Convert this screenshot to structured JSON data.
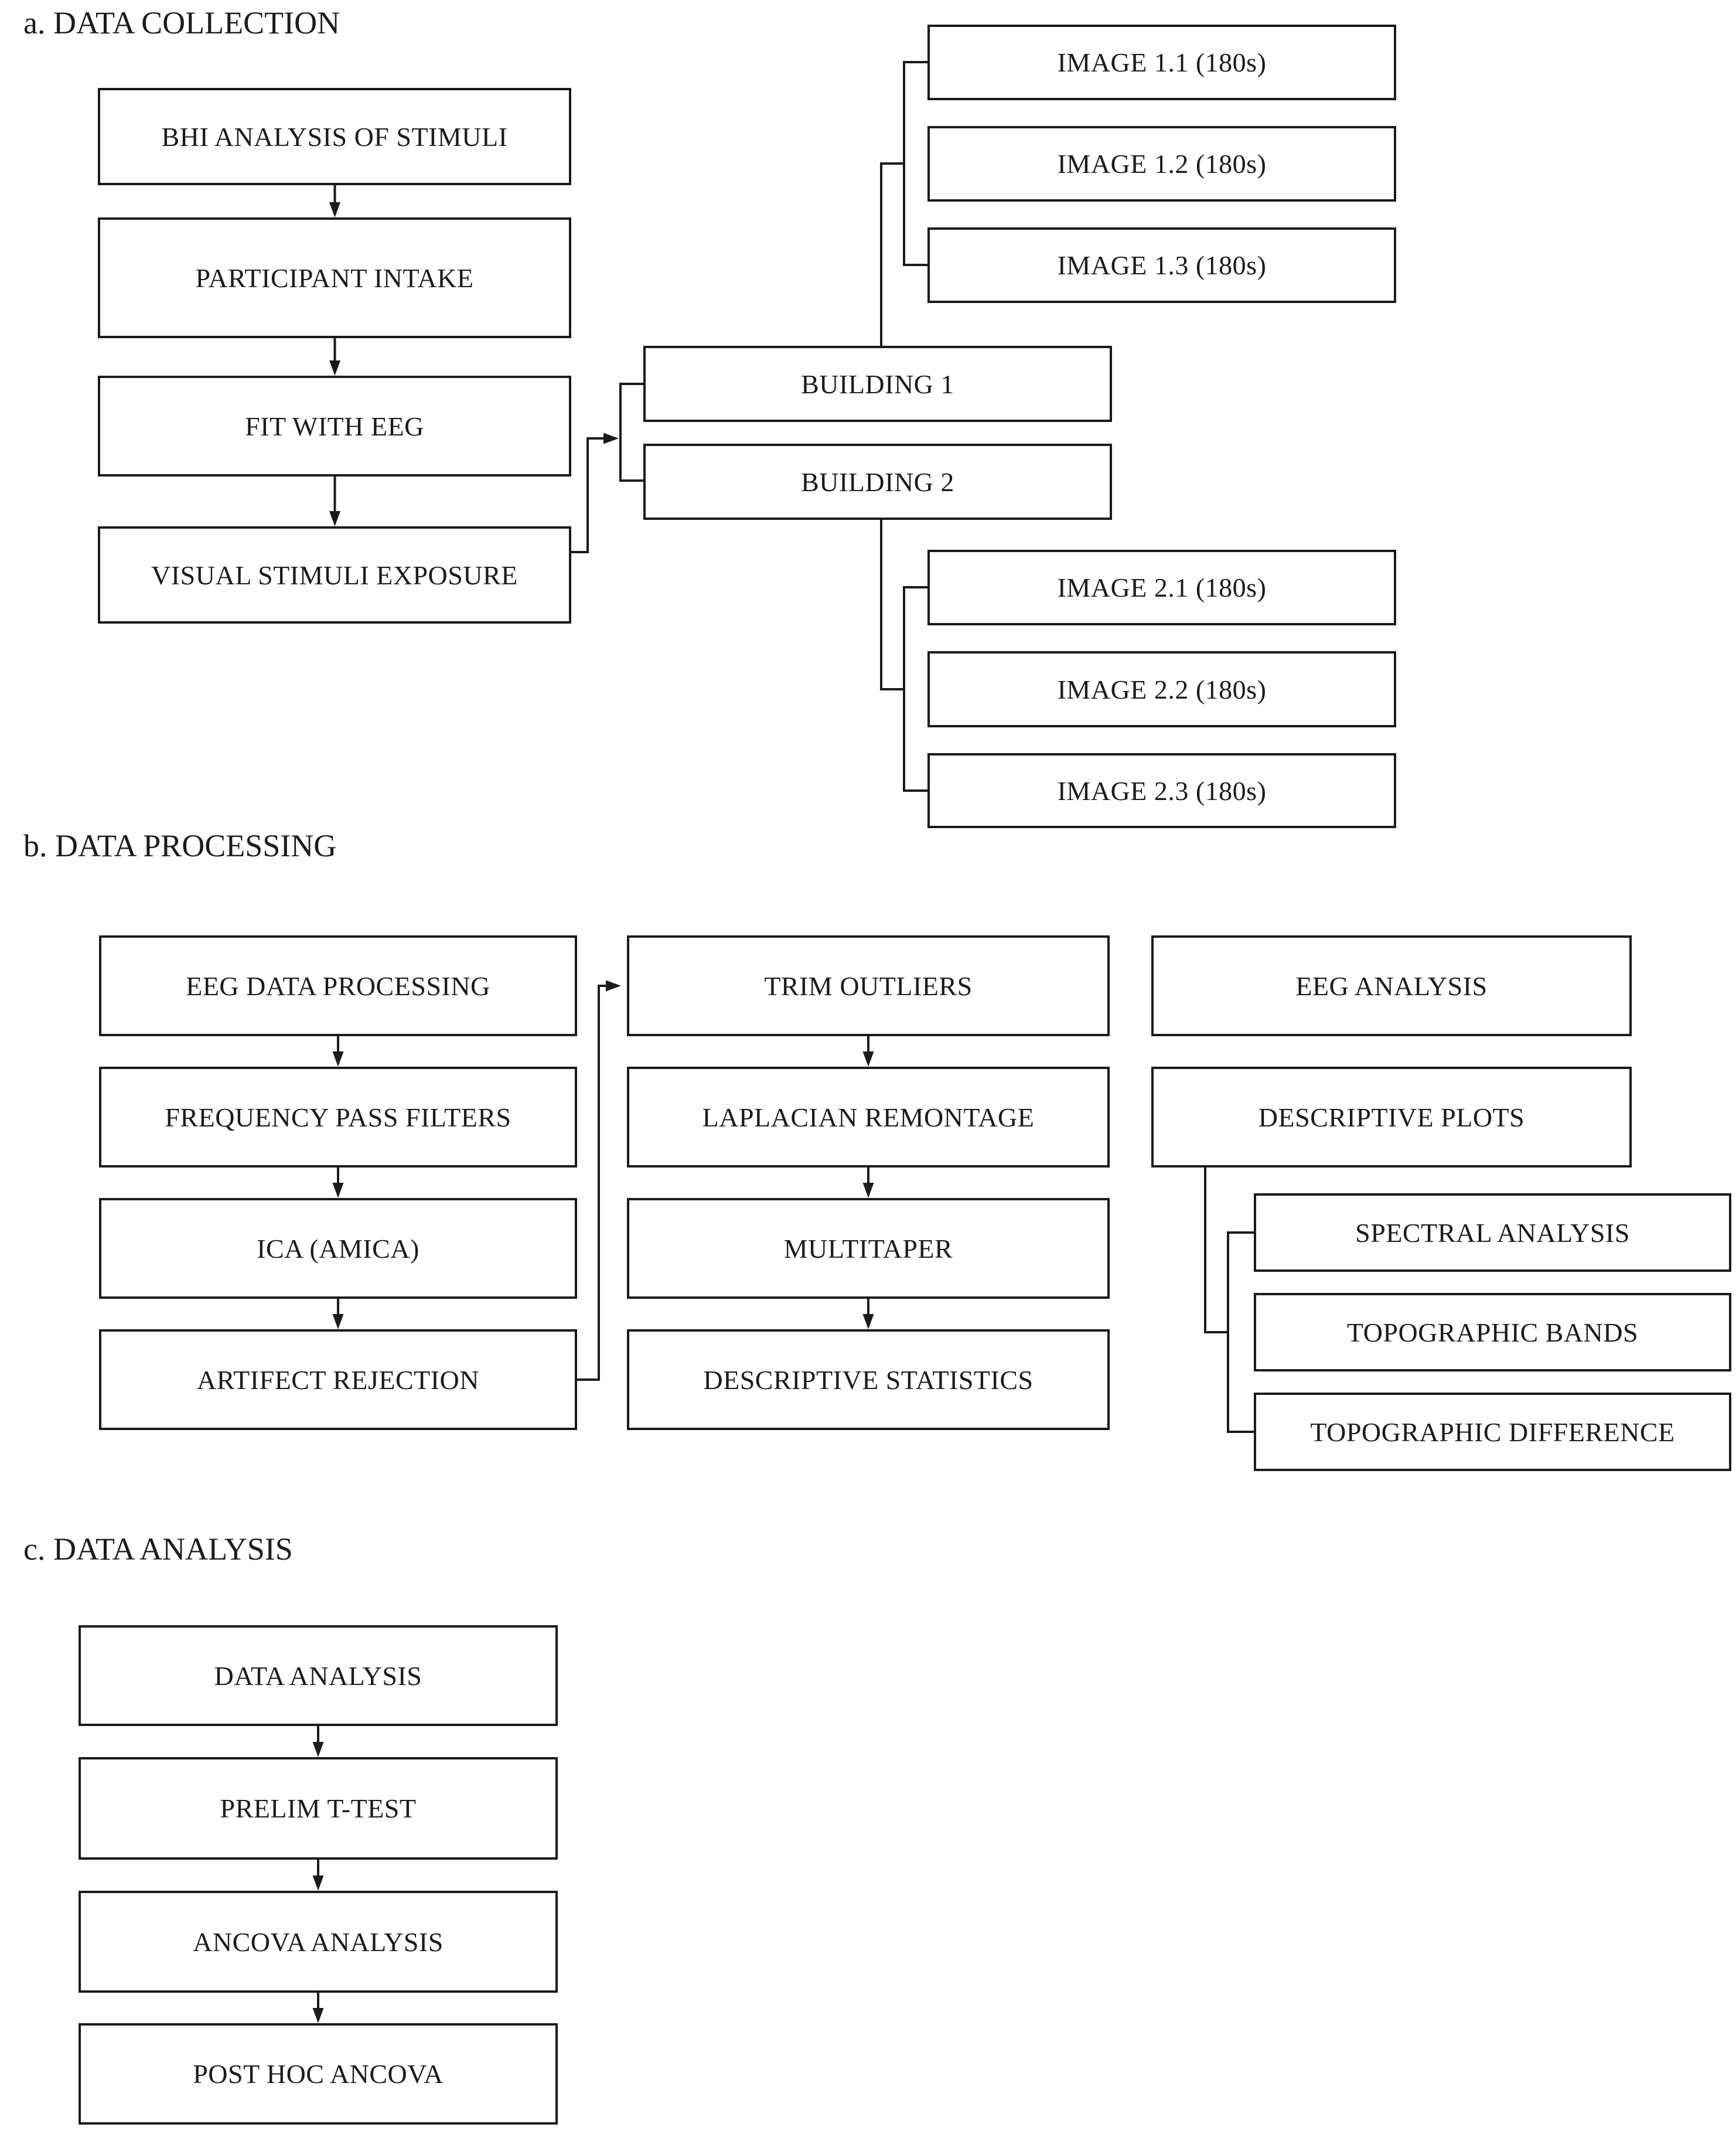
{
  "page": {
    "background": "#ffffff",
    "line_color": "#1b1b1b",
    "box_background": "#ffffff",
    "box_border_color": "#1b1b1b"
  },
  "sections": {
    "a": {
      "heading": "a. DATA COLLECTION",
      "boxes": {
        "bhi": "BHI ANALYSIS OF STIMULI",
        "intake": "PARTICIPANT INTAKE",
        "fit": "FIT WITH EEG",
        "vse": "VISUAL STIMULI EXPOSURE",
        "building1": "BUILDING 1",
        "building2": "BUILDING 2",
        "image11": "IMAGE 1.1 (180s)",
        "image12": "IMAGE 1.2 (180s)",
        "image13": "IMAGE 1.3 (180s)",
        "image21": "IMAGE 2.1 (180s)",
        "image22": "IMAGE 2.2 (180s)",
        "image23": "IMAGE 2.3 (180s)"
      }
    },
    "b": {
      "heading": "b. DATA PROCESSING",
      "boxes": {
        "eeg_data_processing": "EEG DATA PROCESSING",
        "frequency_pass_filters": "FREQUENCY PASS FILTERS",
        "ica_amica": "ICA (AMICA)",
        "artifect_rejection": "ARTIFECT REJECTION",
        "trim_outliers": "TRIM OUTLIERS",
        "laplacian_remontage": "LAPLACIAN REMONTAGE",
        "multitaper": "MULTITAPER",
        "descriptive_statistics": "DESCRIPTIVE STATISTICS",
        "eeg_analysis": "EEG ANALYSIS",
        "descriptive_plots": "DESCRIPTIVE PLOTS",
        "spectral_analysis": "SPECTRAL ANALYSIS",
        "topographic_bands": "TOPOGRAPHIC BANDS",
        "topographic_difference": "TOPOGRAPHIC DIFFERENCE"
      }
    },
    "c": {
      "heading": "c. DATA ANALYSIS",
      "boxes": {
        "data_analysis": "DATA ANALYSIS",
        "prelim_t_test": "PRELIM T-TEST",
        "ancova_analysis": "ANCOVA ANALYSIS",
        "post_hoc_ancova": "POST HOC ANCOVA"
      }
    }
  }
}
